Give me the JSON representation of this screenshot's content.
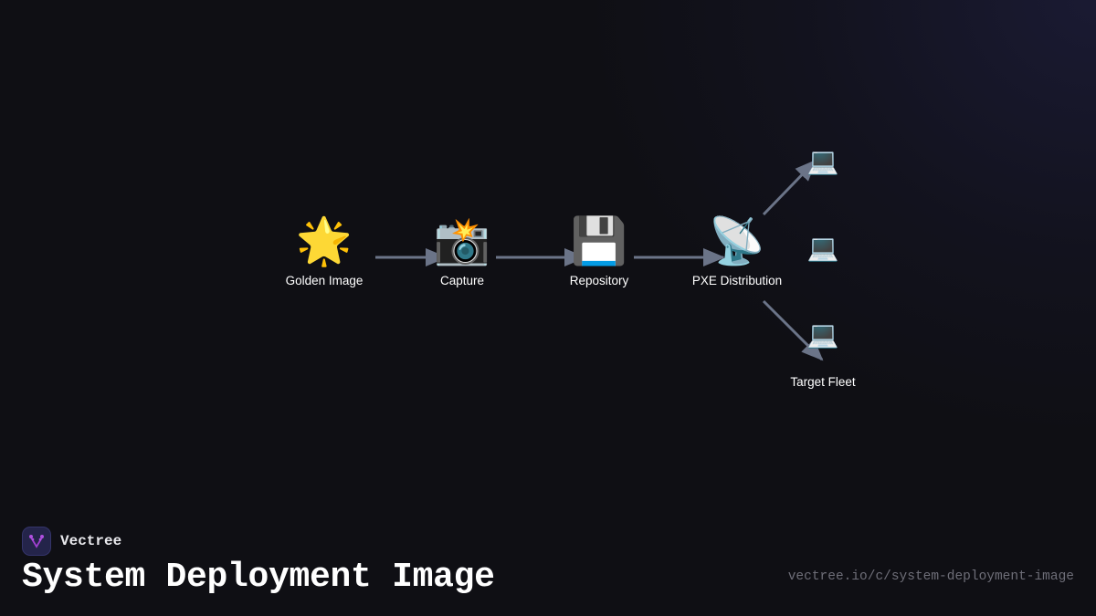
{
  "diagram": {
    "nodes": [
      {
        "id": "golden-image",
        "icon": "glowing-star",
        "glyph": "🌟",
        "label": "Golden Image"
      },
      {
        "id": "capture",
        "icon": "camera-with-flash",
        "glyph": "📸",
        "label": "Capture"
      },
      {
        "id": "repository",
        "icon": "floppy-disk",
        "glyph": "💾",
        "label": "Repository"
      },
      {
        "id": "pxe-distribution",
        "icon": "satellite-antenna",
        "glyph": "📡",
        "label": "PXE Distribution"
      }
    ],
    "fleet": {
      "label": "Target Fleet",
      "icon": "laptop",
      "glyph": "💻",
      "count": 3
    },
    "edges": [
      {
        "from": "golden-image",
        "to": "capture"
      },
      {
        "from": "capture",
        "to": "repository"
      },
      {
        "from": "repository",
        "to": "pxe-distribution"
      },
      {
        "from": "pxe-distribution",
        "to": "fleet-1"
      },
      {
        "from": "pxe-distribution",
        "to": "fleet-3"
      }
    ],
    "arrow_color": "#6b7488"
  },
  "footer": {
    "brand": "Vectree",
    "title": "System Deployment Image",
    "url": "vectree.io/c/system-deployment-image"
  },
  "colors": {
    "background": "#0f0f14",
    "logo_bg": "#24244a",
    "logo_accent": "#a040d0",
    "url_text": "#6e6e78"
  }
}
